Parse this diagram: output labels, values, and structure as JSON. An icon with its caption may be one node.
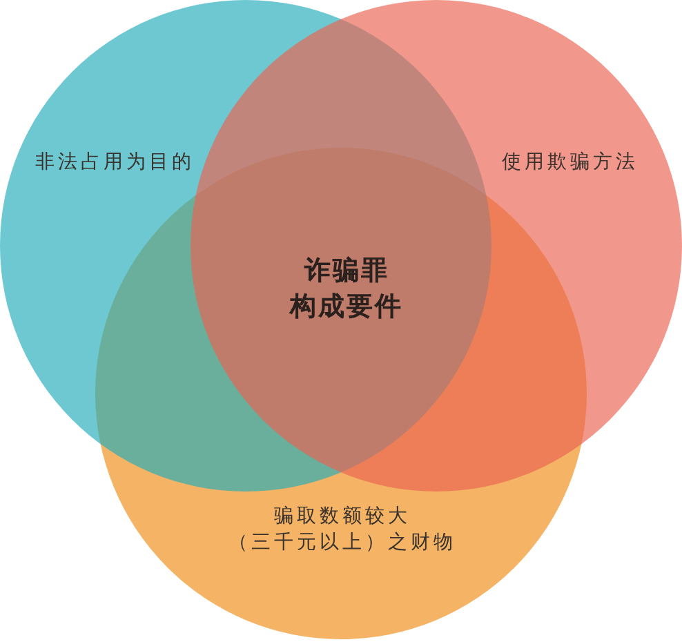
{
  "diagram": {
    "nodes": [
      {
        "text": [
          "非法占用为目的"
        ]
      },
      {
        "text": [
          "使用欺骗方法"
        ]
      },
      {
        "text": [
          "骗取数额较大（三千元以上）之财物"
        ]
      }
    ],
    "labels": [
      "诈骗罪构成要件"
    ]
  }
}
